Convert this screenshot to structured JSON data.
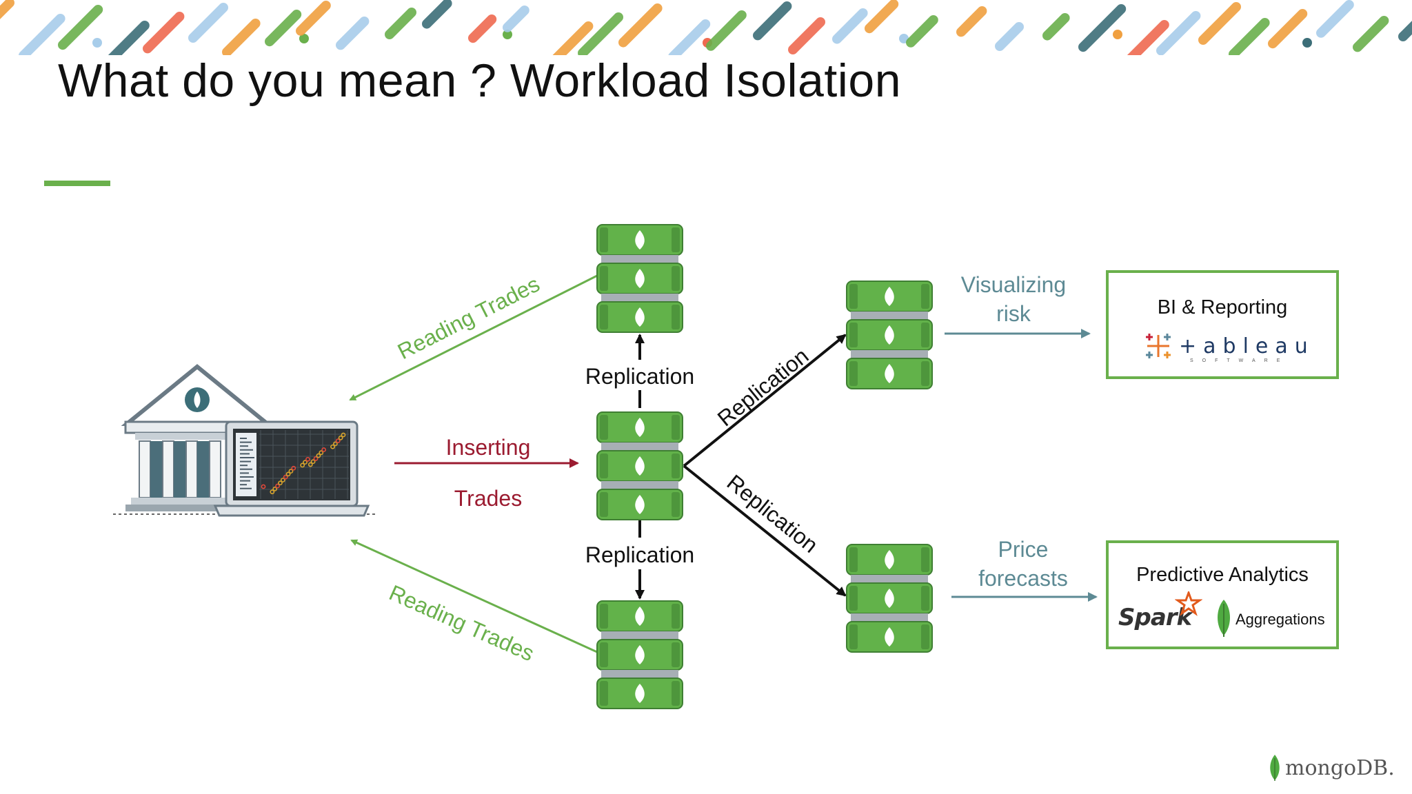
{
  "slide": {
    "title": "What do you mean ? Workload Isolation"
  },
  "diagram": {
    "edges": {
      "reading_top": "Reading Trades",
      "reading_bottom": "Reading Trades",
      "inserting_line1": "Inserting",
      "inserting_line2": "Trades",
      "replication_up": "Replication",
      "replication_down": "Replication",
      "replication_diag_up": "Replication",
      "replication_diag_down": "Replication",
      "visualizing_line1": "Visualizing",
      "visualizing_line2": "risk",
      "price_line1": "Price",
      "price_line2": "forecasts"
    },
    "bi_box": {
      "heading": "BI & Reporting",
      "logo_word": "+ableau",
      "logo_sub": "SOFTWARE"
    },
    "pa_box": {
      "heading": "Predictive Analytics",
      "spark_logo": "Spark",
      "aggregations_label": "Aggregations"
    }
  },
  "footer": {
    "brand": "mongoDB."
  },
  "colors": {
    "green": "#6ab04c",
    "db_green": "#62b24a",
    "crimson": "#9b1b30",
    "steel": "#5d8a94",
    "orange": "#f0a040",
    "blue_light": "#a8cdea",
    "teal_dark": "#3c6e78",
    "coral": "#ef6a50"
  }
}
